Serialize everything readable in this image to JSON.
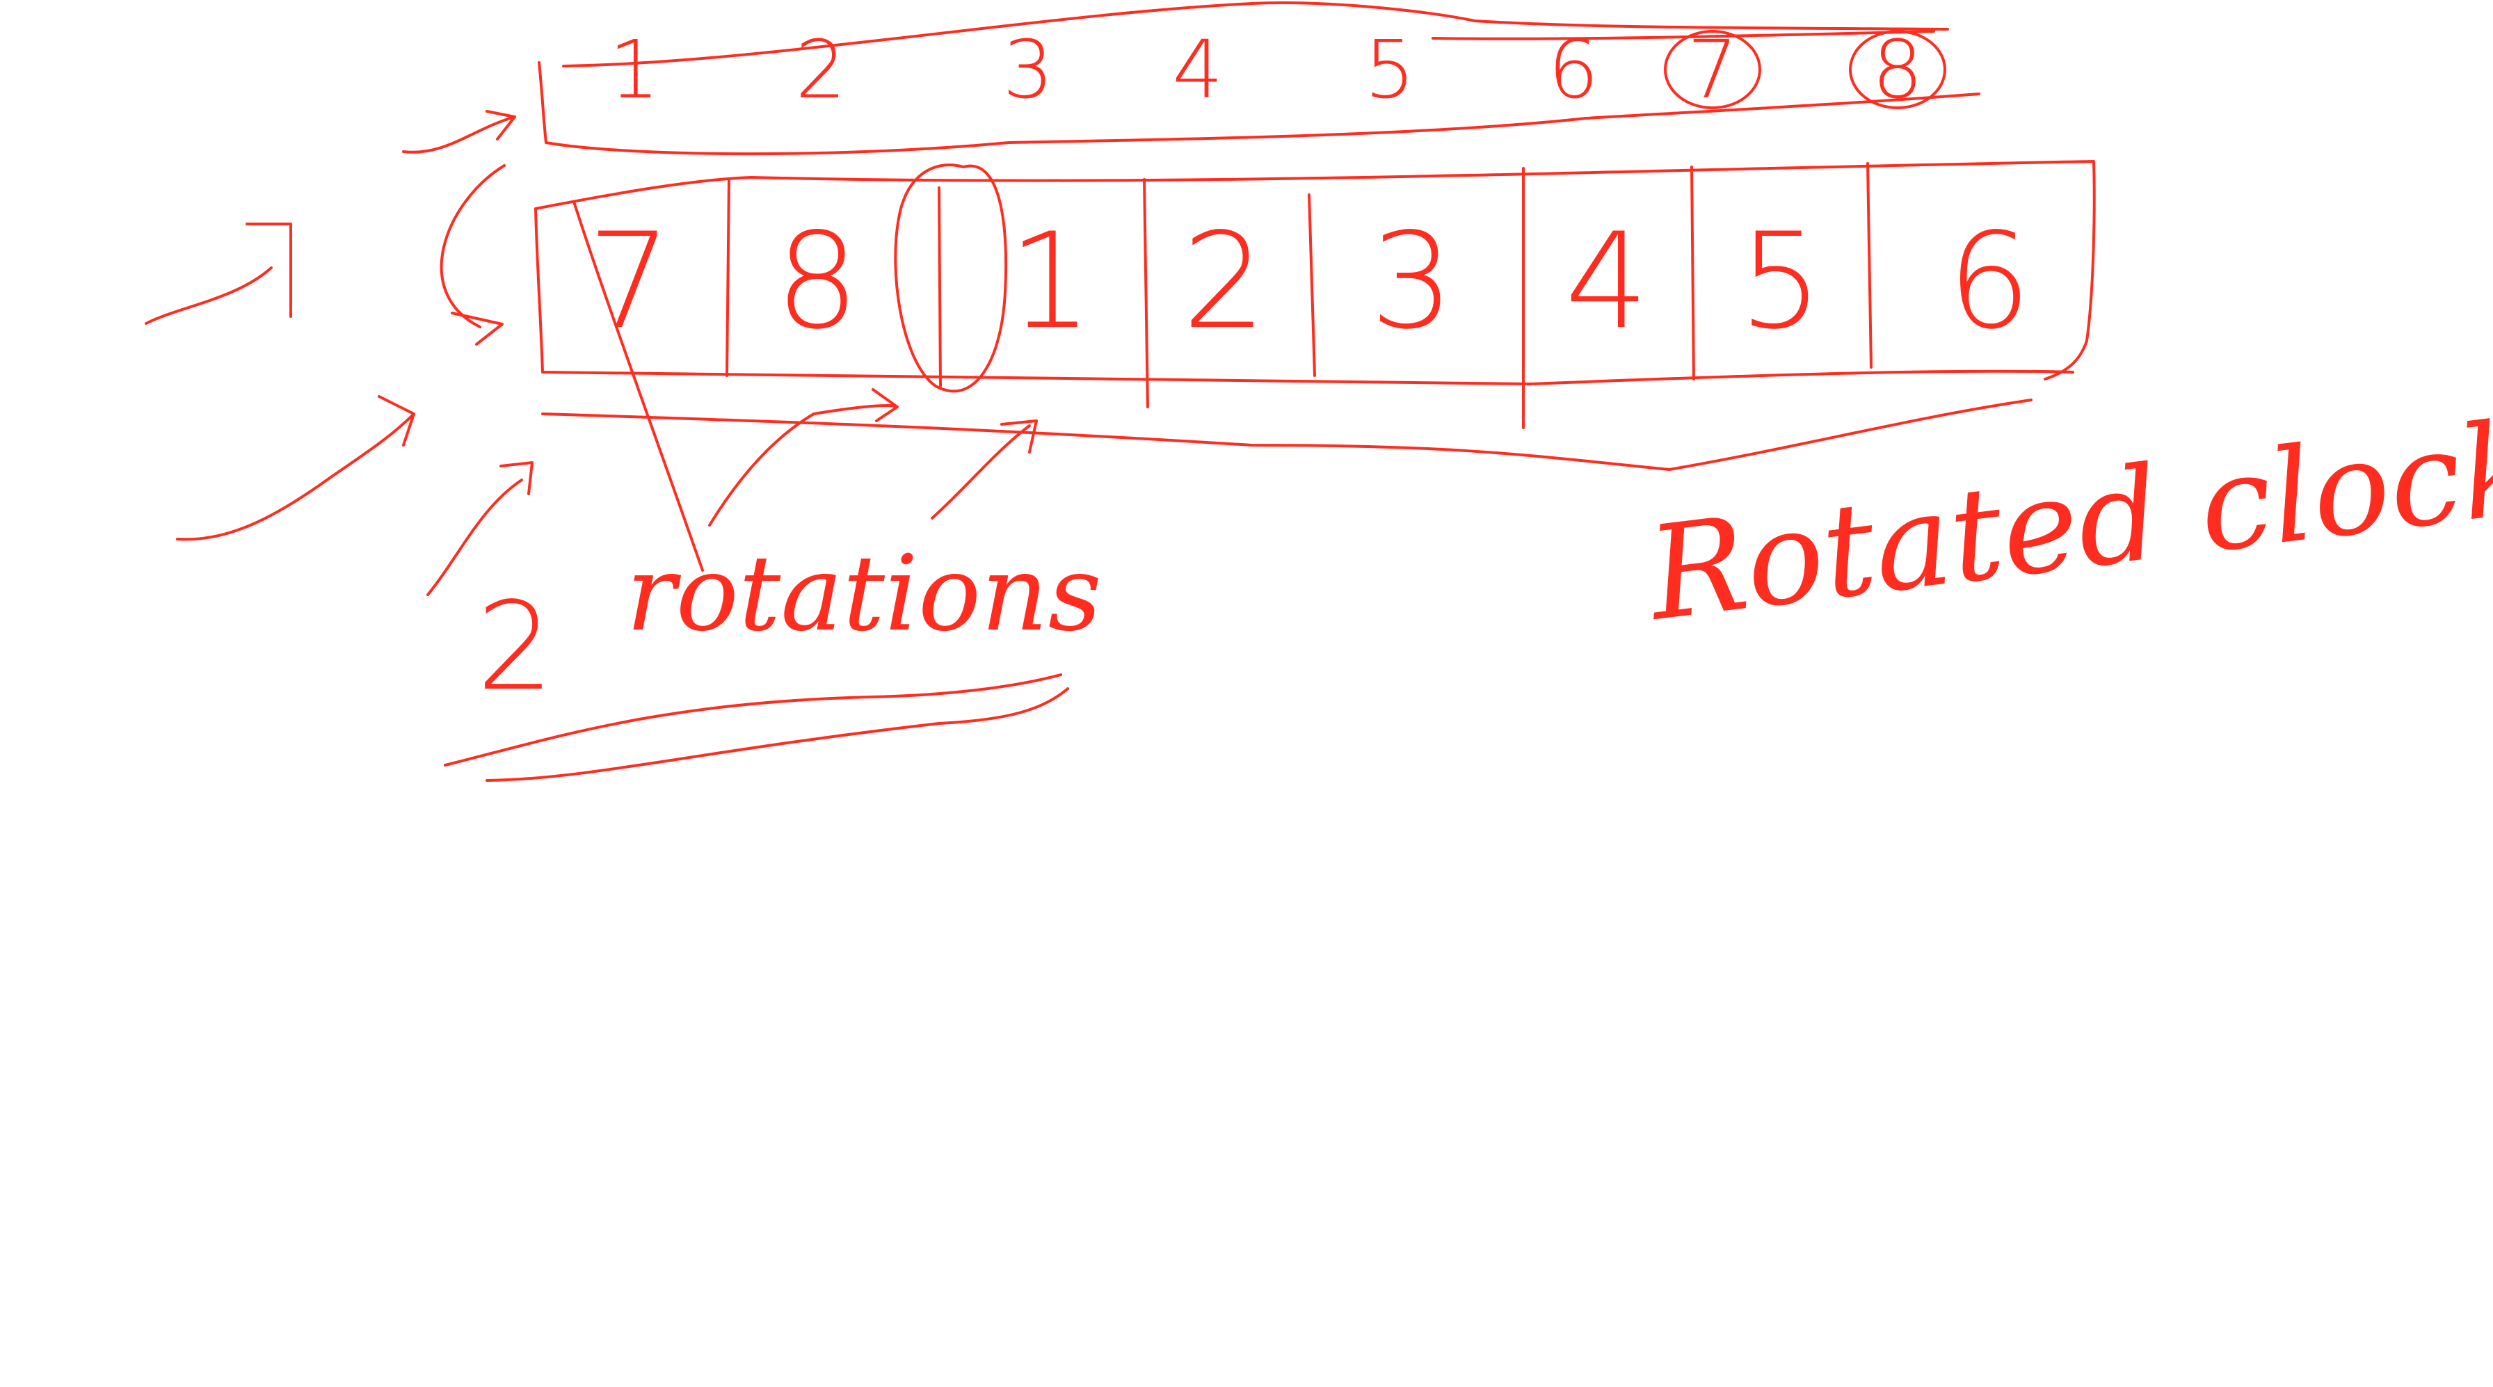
{
  "ink_color": "#ff2d1f",
  "original_array": [
    "1",
    "2",
    "3",
    "4",
    "5",
    "6",
    "7",
    "8"
  ],
  "circled_elements": [
    "7",
    "8"
  ],
  "rotated_array": [
    "7",
    "8",
    "1",
    "2",
    "3",
    "4",
    "5",
    "6"
  ],
  "rotation_count": "2",
  "rotation_word": "rotations",
  "caption": "Rotated clockwise"
}
